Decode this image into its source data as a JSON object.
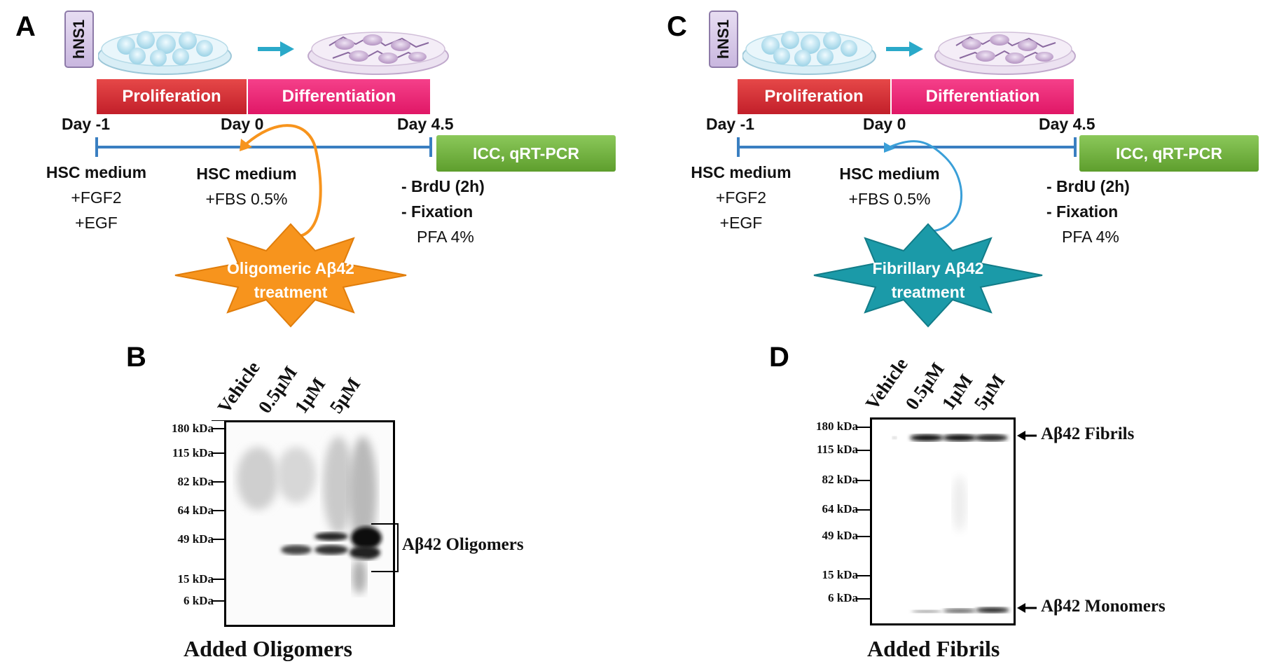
{
  "panels": {
    "A": {
      "letter": "A",
      "hns_label": "hNS1",
      "phase_proliferation": "Proliferation",
      "phase_differentiation": "Differentiation",
      "day_start": "Day -1",
      "day_mid": "Day 0",
      "day_end": "Day 4.5",
      "medium1": [
        "HSC medium",
        "+FGF2",
        "+EGF"
      ],
      "medium2": [
        "HSC medium",
        "+FBS 0.5%"
      ],
      "readout": "ICC, qRT-PCR",
      "post": [
        "- BrdU (2h)",
        "- Fixation",
        "PFA 4%"
      ],
      "treatment": [
        "Oligomeric Aβ42",
        "treatment"
      ],
      "star_color": "#f7941d",
      "arrow_color": "#f7941d"
    },
    "C": {
      "letter": "C",
      "hns_label": "hNS1",
      "phase_proliferation": "Proliferation",
      "phase_differentiation": "Differentiation",
      "day_start": "Day -1",
      "day_mid": "Day 0",
      "day_end": "Day 4.5",
      "medium1": [
        "HSC medium",
        "+FGF2",
        "+EGF"
      ],
      "medium2": [
        "HSC medium",
        "+FBS 0.5%"
      ],
      "readout": "ICC, qRT-PCR",
      "post": [
        "- BrdU (2h)",
        "- Fixation",
        "PFA 4%"
      ],
      "treatment": [
        "Fibrillary Aβ42",
        "treatment"
      ],
      "star_color": "#1b9aa8",
      "arrow_color": "#3a9fd8"
    },
    "B": {
      "letter": "B",
      "lanes": [
        "Vehicle",
        "0.5μM",
        "1μM",
        "5μM"
      ],
      "mw_markers": [
        "180 kDa",
        "115 kDa",
        "82 kDa",
        "64 kDa",
        "49 kDa",
        "15 kDa",
        "6 kDa"
      ],
      "annotation": "Aβ42 Oligomers",
      "caption": "Added Oligomers"
    },
    "D": {
      "letter": "D",
      "lanes": [
        "Vehicle",
        "0.5μM",
        "1μM",
        "5μM"
      ],
      "mw_markers": [
        "180 kDa",
        "115 kDa",
        "82 kDa",
        "64 kDa",
        "49 kDa",
        "15 kDa",
        "6 kDa"
      ],
      "annotation_top": "Aβ42 Fibrils",
      "annotation_bottom": "Aβ42 Monomers",
      "caption": "Added Fibrils"
    }
  },
  "colors": {
    "timeline": "#3a7fc1",
    "proliferation": "#d12f36",
    "differentiation": "#ee2a7b",
    "readout": "#6fb23d"
  }
}
